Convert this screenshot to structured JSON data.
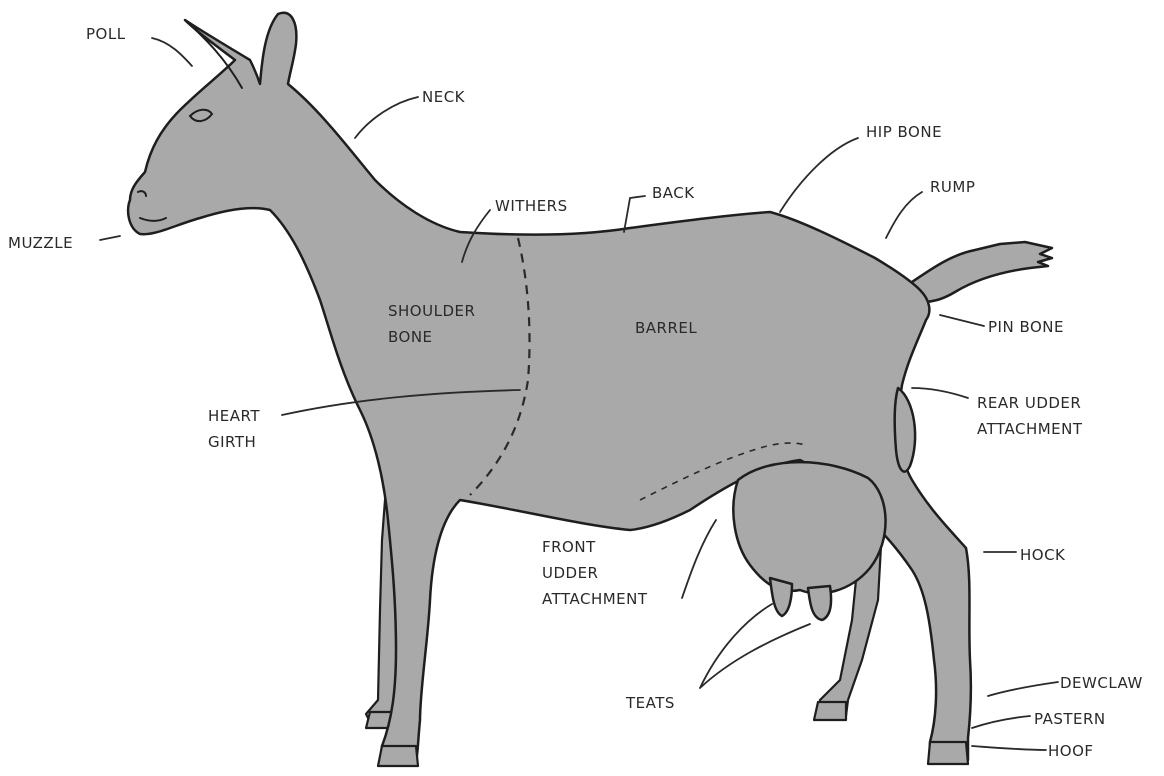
{
  "labels": {
    "poll": "POLL",
    "neck": "NECK",
    "muzzle": "MUZZLE",
    "withers": "WITHERS",
    "back": "BACK",
    "hip_bone": "HIP BONE",
    "rump": "RUMP",
    "shoulder_bone": [
      "SHOULDER",
      "BONE"
    ],
    "barrel": "BARREL",
    "pin_bone": "PIN BONE",
    "heart_girth": [
      "HEART",
      "GIRTH"
    ],
    "rear_udder_attachment": [
      "REAR UDDER",
      "ATTACHMENT"
    ],
    "front_udder_attachment": [
      "FRONT",
      "UDDER",
      "ATTACHMENT"
    ],
    "hock": "HOCK",
    "teats": "TEATS",
    "dewclaw": "DEWCLAW",
    "pastern": "PASTERN",
    "hoof": "HOOF"
  },
  "colors": {
    "body": "#a9a9a9",
    "outline": "#1e1e1e",
    "text": "#2a2a2a",
    "background": "#ffffff"
  }
}
